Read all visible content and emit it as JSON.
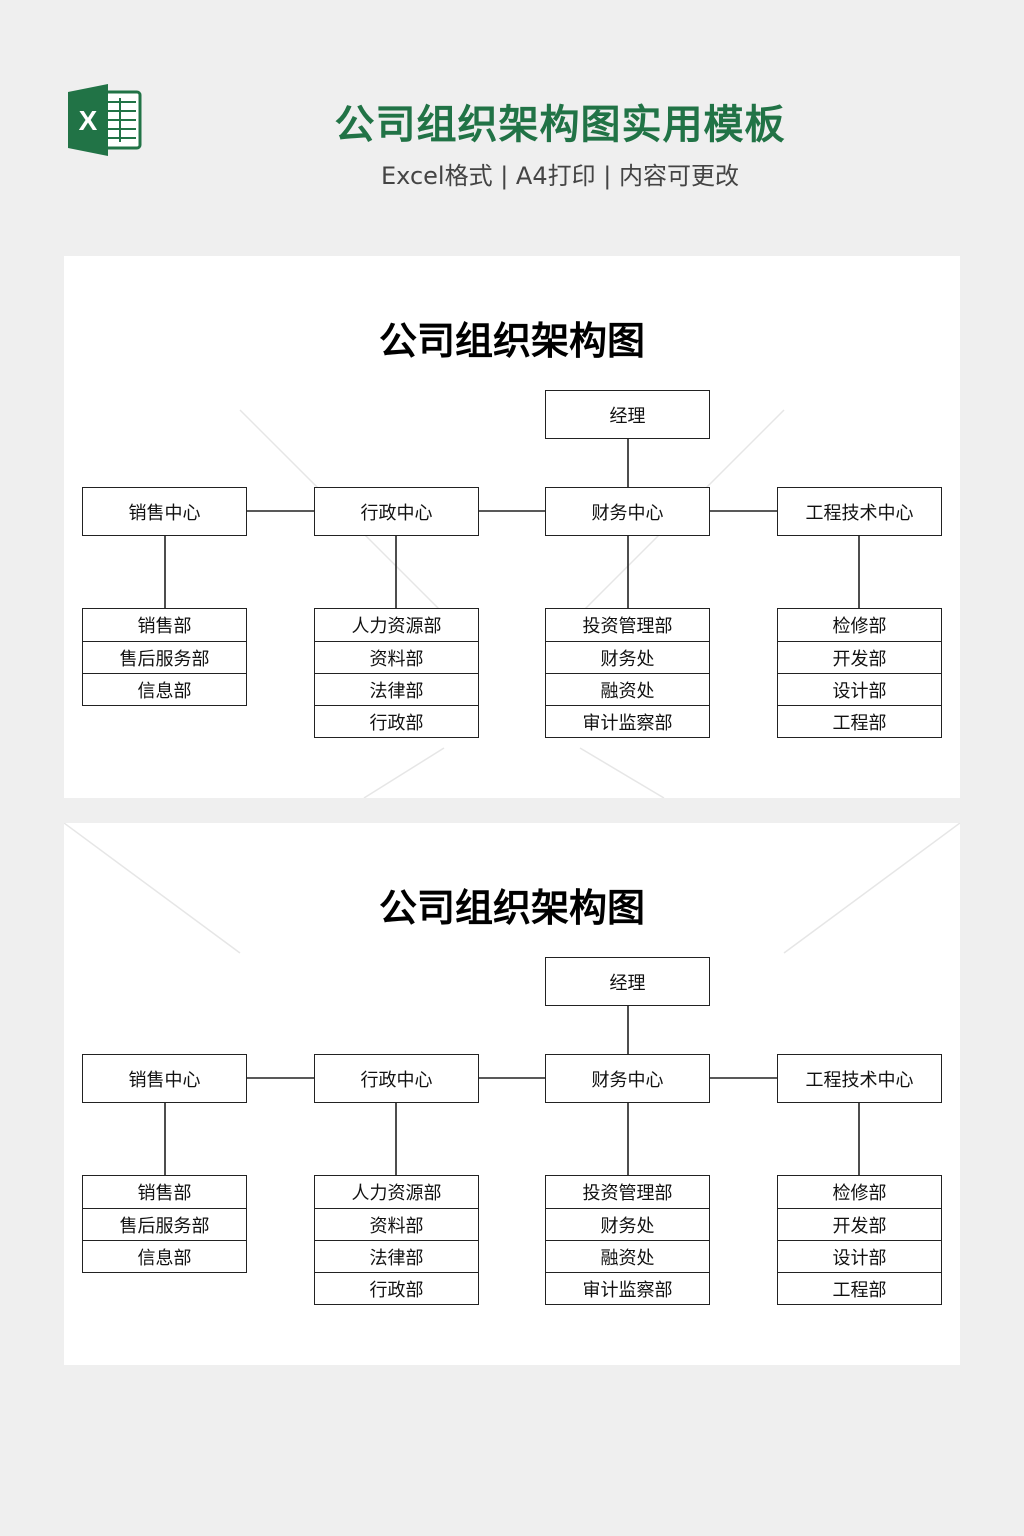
{
  "header": {
    "title": "公司组织架构图实用模板",
    "subtitle": "Excel格式 | A4打印 | 内容可更改",
    "icon": "excel-icon",
    "accent_color": "#217346"
  },
  "panels": [
    {
      "title": "公司组织架构图",
      "top_node": "经理",
      "centers": [
        "销售中心",
        "行政中心",
        "财务中心",
        "工程技术中心"
      ],
      "departments": [
        [
          "销售部",
          "售后服务部",
          "信息部"
        ],
        [
          "人力资源部",
          "资料部",
          "法律部",
          "行政部"
        ],
        [
          "投资管理部",
          "财务处",
          "融资处",
          "审计监察部"
        ],
        [
          "检修部",
          "开发部",
          "设计部",
          "工程部"
        ]
      ]
    },
    {
      "title": "公司组织架构图",
      "top_node": "经理",
      "centers": [
        "销售中心",
        "行政中心",
        "财务中心",
        "工程技术中心"
      ],
      "departments": [
        [
          "销售部",
          "售后服务部",
          "信息部"
        ],
        [
          "人力资源部",
          "资料部",
          "法律部",
          "行政部"
        ],
        [
          "投资管理部",
          "财务处",
          "融资处",
          "审计监察部"
        ],
        [
          "检修部",
          "开发部",
          "设计部",
          "工程部"
        ]
      ]
    }
  ]
}
